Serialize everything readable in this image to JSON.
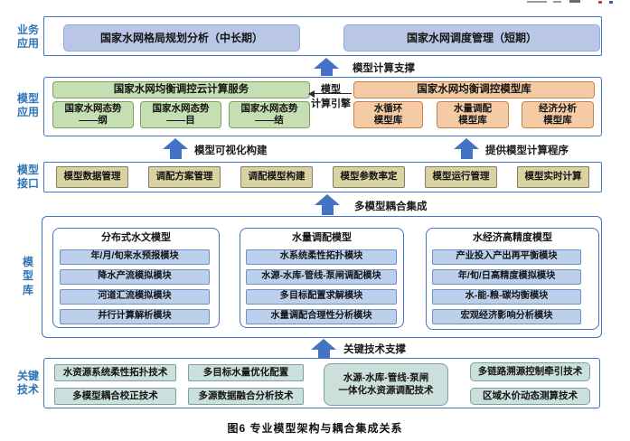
{
  "diagram": {
    "caption": "图6  专业模型架构与耦合集成关系",
    "side_labels": {
      "business": [
        "业务",
        "应用"
      ],
      "model_app": [
        "模型",
        "应用"
      ],
      "model_interface": [
        "模型",
        "接口"
      ],
      "model_library": [
        "模",
        "型",
        "库"
      ],
      "key_tech": [
        "关键",
        "技术"
      ]
    },
    "business_layer": {
      "planning_box": "国家水网格局规划分析（中长期）",
      "dispatch_box": "国家水网调度管理（短期）"
    },
    "arrows": {
      "model_compute_support": "模型计算支撑",
      "model_visual_build": "模型可视化构建",
      "provide_compute_program": "提供模型计算程序",
      "multi_model_integration": "多模型耦合集成",
      "key_tech_support": "关键技术支撑",
      "engine_top": "模型",
      "engine_bottom": "计算引擎"
    },
    "model_app_layer": {
      "cloud_service": "国家水网均衡调控云计算服务",
      "model_lib": "国家水网均衡调控模型库",
      "situation": [
        [
          "国家水网态势",
          "——纲"
        ],
        [
          "国家水网态势",
          "——目"
        ],
        [
          "国家水网态势",
          "——结"
        ]
      ],
      "libs": [
        [
          "水循环",
          "模型库"
        ],
        [
          "水量调配",
          "模型库"
        ],
        [
          "经济分析",
          "模型库"
        ]
      ]
    },
    "interface_layer": [
      "模型数据管理",
      "调配方案管理",
      "调配模型构建",
      "模型参数率定",
      "模型运行管理",
      "模型实时计算"
    ],
    "library_layer": [
      {
        "title": "分布式水文模型",
        "modules": [
          "年/月/旬来水预报模块",
          "降水产流模拟模块",
          "河道汇流模拟模块",
          "并行计算解析模块"
        ]
      },
      {
        "title": "水量调配模型",
        "modules": [
          "水系统柔性拓扑模块",
          "水源-水库-管线-泵闸调配模块",
          "多目标配置求解模块",
          "水量调配合理性分析模块"
        ]
      },
      {
        "title": "水经济高精度模型",
        "modules": [
          "产业投入产出再平衡模块",
          "年/旬/日高精度模拟模块",
          "水-能-粮-碳均衡模块",
          "宏观经济影响分析模块"
        ]
      }
    ],
    "tech_layer": {
      "col1": [
        "水资源系统柔性拓扑技术",
        "多模型耦合校正技术"
      ],
      "col2": [
        "多目标水量优化配置",
        "多源数据融合分析技术"
      ],
      "integrated": [
        "水源-水库-管线-泵闸",
        "一体化水资源调配技术"
      ],
      "col4": [
        "多链路溯源控制牵引技术",
        "区域水价动态测算技术"
      ]
    },
    "colors": {
      "frame_blue": "#4472C4",
      "box_blue_fill": "#B9C6E6",
      "box_green_fill": "#C5DEB3",
      "box_orange_fill": "#F5CBA6",
      "box_khaki_fill": "#DBD2A2",
      "box_libmodule_fill": "#BCCFEB",
      "box_teal_fill": "#CBDFDB",
      "label_blue": "#2E74B5"
    }
  }
}
